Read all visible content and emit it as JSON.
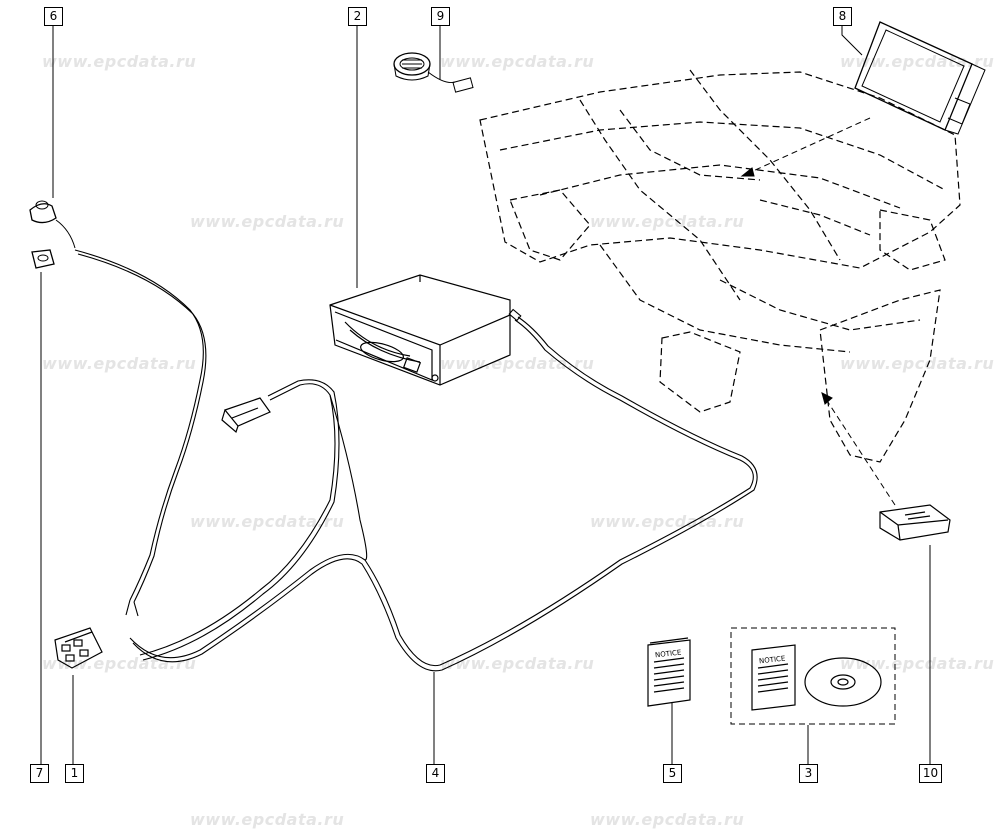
{
  "watermark": "www.epcdata.ru",
  "callouts": {
    "c1": "1",
    "c2": "2",
    "c3": "3",
    "c4": "4",
    "c5": "5",
    "c6": "6",
    "c7": "7",
    "c8": "8",
    "c9": "9",
    "c10": "10"
  },
  "notice_label": "NOTICE"
}
